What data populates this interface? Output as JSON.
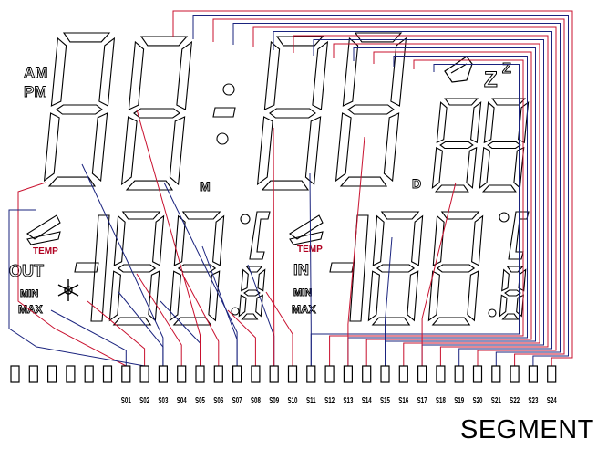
{
  "caption": "SEGMENT",
  "labels": {
    "am": "AM",
    "pm": "PM",
    "month_marker": "M",
    "day_marker": "D",
    "temp_left": "TEMP",
    "temp_right": "TEMP",
    "out": "OUT",
    "in": "IN",
    "min_left": "MIN",
    "max_left": "MAX",
    "min_right": "MIN",
    "max_right": "MAX",
    "celsius_left": "°C",
    "celsius_right": "°C",
    "zz": "Z"
  },
  "pins": {
    "blank_count": 6,
    "segments": [
      "S01",
      "S02",
      "S03",
      "S04",
      "S05",
      "S06",
      "S07",
      "S08",
      "S09",
      "S10",
      "S11",
      "S12",
      "S13",
      "S14",
      "S15",
      "S16",
      "S17",
      "S18",
      "S19",
      "S20",
      "S21",
      "S22",
      "S23",
      "S24"
    ]
  },
  "colors": {
    "outline": "#000000",
    "red_trace": "#c8102e",
    "blue_trace": "#1a237e"
  }
}
